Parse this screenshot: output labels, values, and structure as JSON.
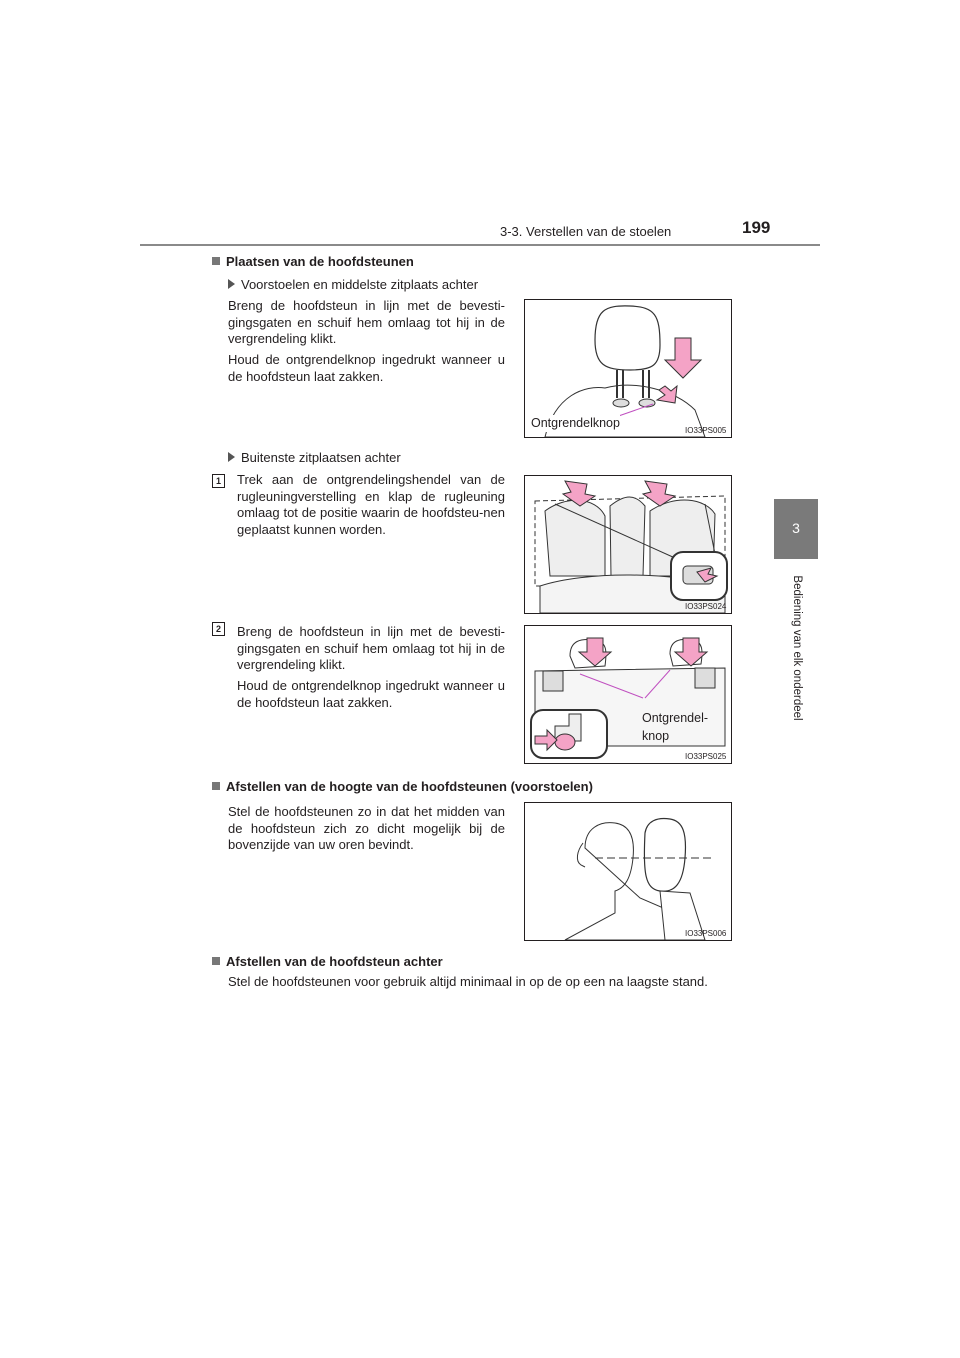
{
  "header": {
    "section": "3-3. Verstellen van de stoelen",
    "page": "199"
  },
  "side_tab": {
    "number": "3",
    "text": "Bediening van elk onderdeel"
  },
  "sec1": {
    "title": "Plaatsen van de hoofdsteunen",
    "sub1": "Voorstoelen en middelste zitplaats achter",
    "p1": "Breng de hoofdsteun in lijn met de bevesti-gingsgaten en schuif hem omlaag tot hij in de vergrendeling klikt.",
    "p2": "Houd de ontgrendelknop ingedrukt wanneer u de hoofdsteun laat zakken.",
    "sub2": "Buitenste zitplaatsen achter",
    "step1_num": "1",
    "step1": "Trek aan de ontgrendelingshendel van de rugleuningverstelling en klap de rugleuning omlaag tot de positie waarin de hoofdsteu-nen geplaatst kunnen worden.",
    "step2_num": "2",
    "step2a": "Breng de hoofdsteun in lijn met de bevesti-gingsgaten en schuif hem omlaag tot hij in de vergrendeling klikt.",
    "step2b": "Houd de ontgrendelknop ingedrukt wanneer u de hoofdsteun laat zakken."
  },
  "sec2": {
    "title": "Afstellen van de hoogte van de hoofdsteunen (voorstoelen)",
    "p": "Stel de hoofdsteunen zo in dat het midden van de hoofdsteun zich zo dicht mogelijk bij de bovenzijde van uw oren bevindt."
  },
  "sec3": {
    "title": "Afstellen van de hoofdsteun achter",
    "p": "Stel de hoofdsteunen voor gebruik altijd minimaal in op de op een na laagste stand."
  },
  "figures": {
    "f1_label": "Ontgrendelknop",
    "f1_code": "IO33PS005",
    "f2_code": "IO33PS024",
    "f3_label_a": "Ontgrendel-",
    "f3_label_b": "knop",
    "f3_code": "IO33PS025",
    "f4_code": "IO33PS006"
  },
  "colors": {
    "arrow_pink": "#f4a3c6",
    "tab_gray": "#7a7a7a"
  }
}
